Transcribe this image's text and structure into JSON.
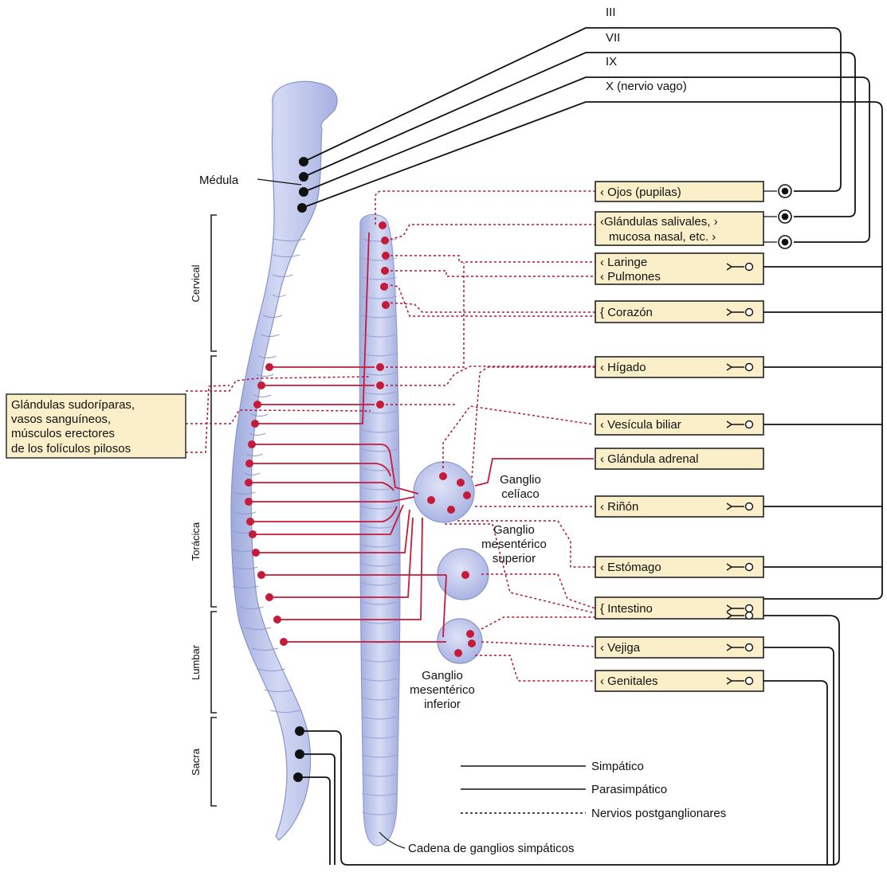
{
  "cranial_nerves": [
    "III",
    "VII",
    "IX",
    "X (nervio vago)"
  ],
  "medulla_label": "Médula",
  "regions": [
    "Cervical",
    "Torácica",
    "Lumbar",
    "Sacra"
  ],
  "sweat_glands_label": [
    "Glándulas sudoríparas,",
    "vasos sanguíneos,",
    "músculos erectores",
    "de los folículos pilosos"
  ],
  "organs": [
    "Ojos (pupilas)",
    "Glándulas salivales,",
    "mucosa nasal, etc.",
    "Laringe",
    "Pulmones",
    "Corazón",
    "Hígado",
    "Vesícula biliar",
    "Glándula adrenal",
    "Riñón",
    "Estómago",
    "Intestino",
    "Vejiga",
    "Genitales"
  ],
  "ganglia": {
    "celiac": [
      "Ganglio",
      "celíaco"
    ],
    "superior_mesenteric": [
      "Ganglio",
      "mesentérico",
      "superior"
    ],
    "inferior_mesenteric": [
      "Ganglio",
      "mesentérico",
      "inferior"
    ]
  },
  "chain_label": "Cadena de ganglios simpáticos",
  "legend": [
    "Simpático",
    "Parasimpático",
    "Nervios postganglionares"
  ],
  "colors": {
    "spine_fill": "#b9c3ea",
    "box_fill": "#fbefc9",
    "sympathetic": "#c61a3a",
    "parasympathetic": "#111111"
  }
}
